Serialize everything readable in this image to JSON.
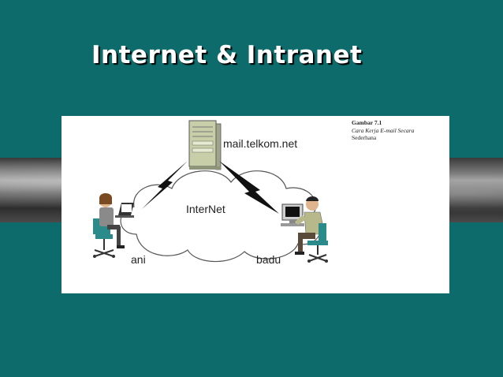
{
  "slide": {
    "title": "Internet & Intranet"
  },
  "figure": {
    "caption_title": "Gambar 7.1",
    "caption_line2": "Cara Kerja E-mail Secara",
    "caption_line3": "Sederhana",
    "server_label": "mail.telkom.net",
    "cloud_label": "InterNet",
    "user_left_label": "ani",
    "user_right_label": "badu"
  },
  "colors": {
    "background": "#0d6b6b",
    "title_text": "#ffffff",
    "figure_background": "#ffffff",
    "server_body": "#c8cfa8",
    "chair": "#2b8a8a"
  },
  "icons": [
    "mail-server-icon",
    "cloud-icon",
    "lightning-link-icon",
    "user-at-laptop-icon",
    "user-at-desktop-icon"
  ]
}
